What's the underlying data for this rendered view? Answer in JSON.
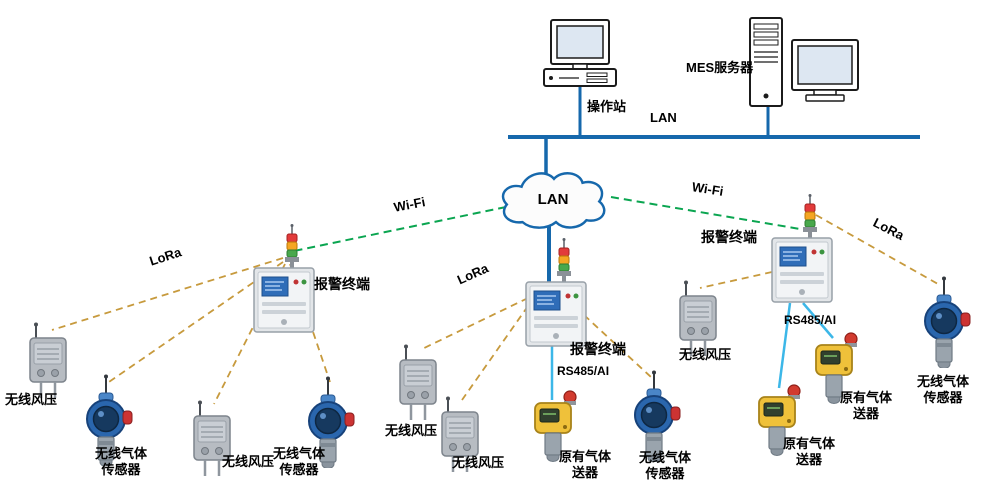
{
  "labels": {
    "mes_server": "MES服务器",
    "operator_station": "操作站",
    "lan": "LAN",
    "wifi": "Wi-Fi",
    "lora": "LoRa",
    "rs485": "RS485/AI",
    "alarm_terminal": "报警终端",
    "wind_pressure_sensor": "无线风压",
    "wireless_gas_sensor": "无线气体传感器",
    "existing_gas_transmitter": "原有气体送器"
  },
  "colors": {
    "backbone_blue": "#1668ac",
    "wifi_green": "#0aa550",
    "lora_gold": "#c79a3d",
    "rs485_cyan": "#3cb7e8",
    "alarm_red": "#e23b3b",
    "alarm_amber": "#f5a623",
    "alarm_green": "#49a84c",
    "sensor_blue": "#2a66ad",
    "transmitter_yellow": "#efc13a"
  }
}
